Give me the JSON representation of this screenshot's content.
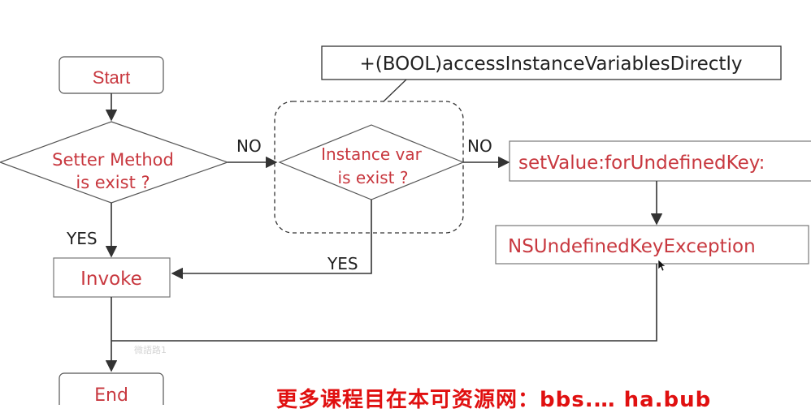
{
  "nodes": {
    "start": "Start",
    "setter_line1": "Setter Method",
    "setter_line2": "is exist ?",
    "instance_line1": "Instance var",
    "instance_line2": "is exist ?",
    "invoke": "Invoke",
    "end": "End",
    "set_value_undefined": "setValue:forUndefinedKey:",
    "exception": "NSUndefinedKeyException"
  },
  "callout": "+(BOOL)accessInstanceVariablesDirectly",
  "edges": {
    "no_1": "NO",
    "no_2": "NO",
    "yes_1": "YES",
    "yes_2": "YES"
  },
  "watermark": "微語路1",
  "caption": "更多课程目在本可资源网：bbs.…   ha.bub",
  "colors": {
    "label_red": "#c8383f",
    "line": "#333333",
    "caption_red": "#e01010"
  }
}
